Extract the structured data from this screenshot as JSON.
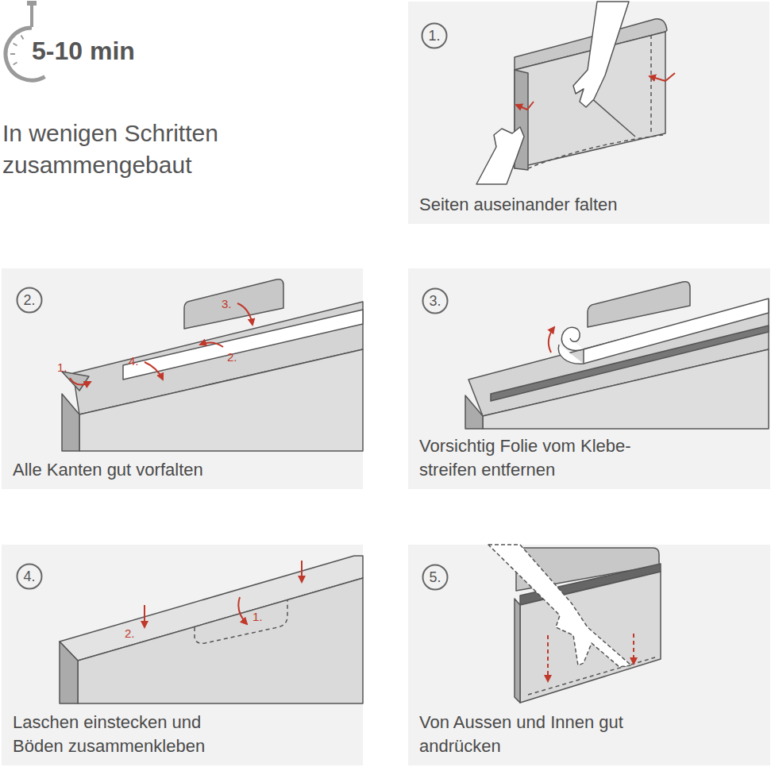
{
  "diagram": {
    "title": "In wenigen Schritten zusammengebaut",
    "nodes": [
      {
        "text": [
          "Seiten auseinander falten"
        ]
      },
      {
        "text": [
          "1."
        ],
        "in": 0
      },
      {
        "text": [
          "Alle Kanten gut vorfalten"
        ]
      },
      {
        "text": [
          "2."
        ],
        "in": 2
      },
      {
        "text": [
          "Vorsichtig Folie vom Klebe- streifen entfernen"
        ]
      },
      {
        "text": [
          "3."
        ],
        "in": 4
      },
      {
        "text": [
          "Laschen einstecken und Böden zusammenkleben"
        ]
      },
      {
        "text": [
          "4."
        ],
        "in": 6
      },
      {
        "text": [
          "Von Aussen und Innen gut andrücken"
        ]
      },
      {
        "text": [
          "5."
        ],
        "in": 8
      }
    ],
    "labels": [
      "5-10 min",
      "1.",
      "4.",
      "2.",
      "3.",
      "1.",
      "2."
    ]
  }
}
